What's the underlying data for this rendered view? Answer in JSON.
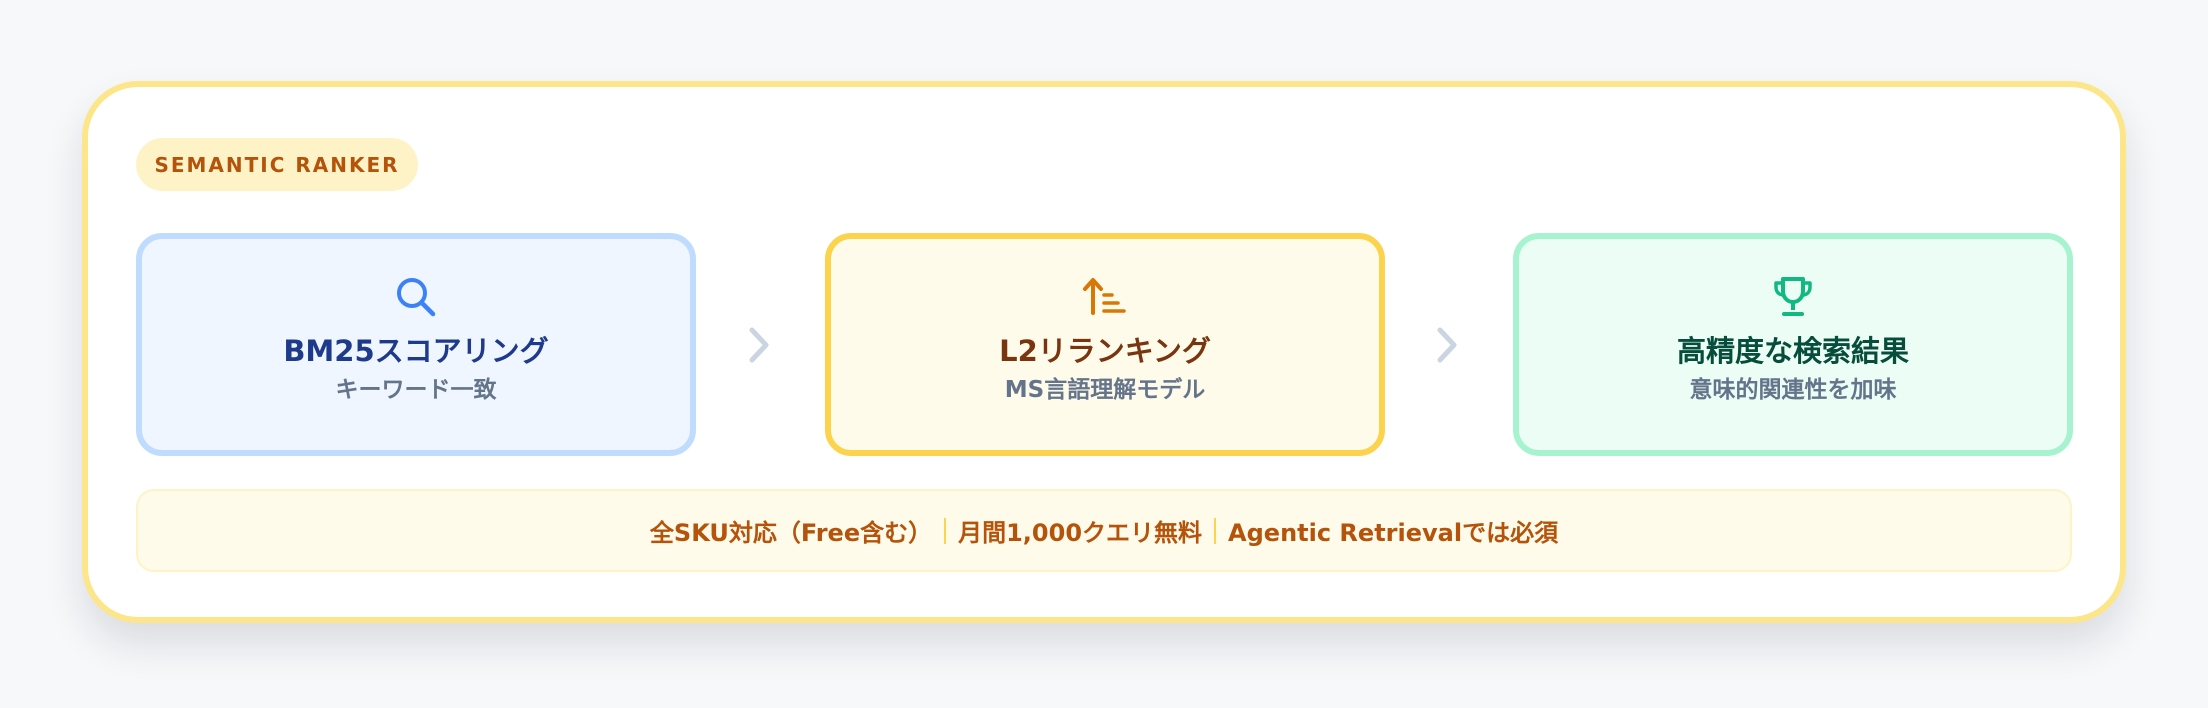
{
  "badge": {
    "label": "SEMANTIC RANKER"
  },
  "steps": [
    {
      "icon": "search-icon",
      "title": "BM25スコアリング",
      "subtitle": "キーワード一致",
      "accent": "#3b82f6"
    },
    {
      "icon": "sort-ascending-icon",
      "title": "L2リランキング",
      "subtitle": "MS言語理解モデル",
      "accent": "#d97706"
    },
    {
      "icon": "trophy-icon",
      "title": "高精度な検索結果",
      "subtitle": "意味的関連性を加味",
      "accent": "#10b981"
    }
  ],
  "arrows": [
    {
      "icon": "chevron-right-icon"
    },
    {
      "icon": "chevron-right-icon"
    }
  ],
  "footer": {
    "items": [
      "全SKU対応（Free含む）",
      "月間1,000クエリ無料",
      "Agentic Retrievalでは必須"
    ]
  }
}
